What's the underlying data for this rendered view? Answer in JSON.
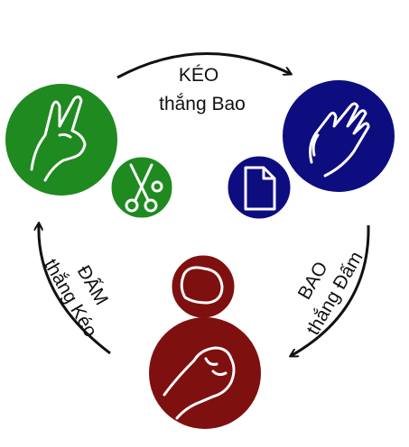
{
  "labels": {
    "top_line1": "KÉO",
    "top_line2": "thắng  Bao",
    "left_line1": "ĐẤM",
    "left_line2": "thắng  Kéo",
    "right_line1": "BAO",
    "right_line2": "thắng  Đấm"
  },
  "colors": {
    "scissors_green": "#1f8a1f",
    "paper_blue": "#0d0d80",
    "rock_red": "#7f1010",
    "arrow": "#111111",
    "glyph": "#ffffff"
  },
  "icons": {
    "scissors_hand": "victory-hand-icon",
    "scissors": "scissors-icon",
    "paper_hand": "open-hand-icon",
    "paper": "document-icon",
    "rock_hand": "fist-icon",
    "rock": "rock-icon"
  }
}
